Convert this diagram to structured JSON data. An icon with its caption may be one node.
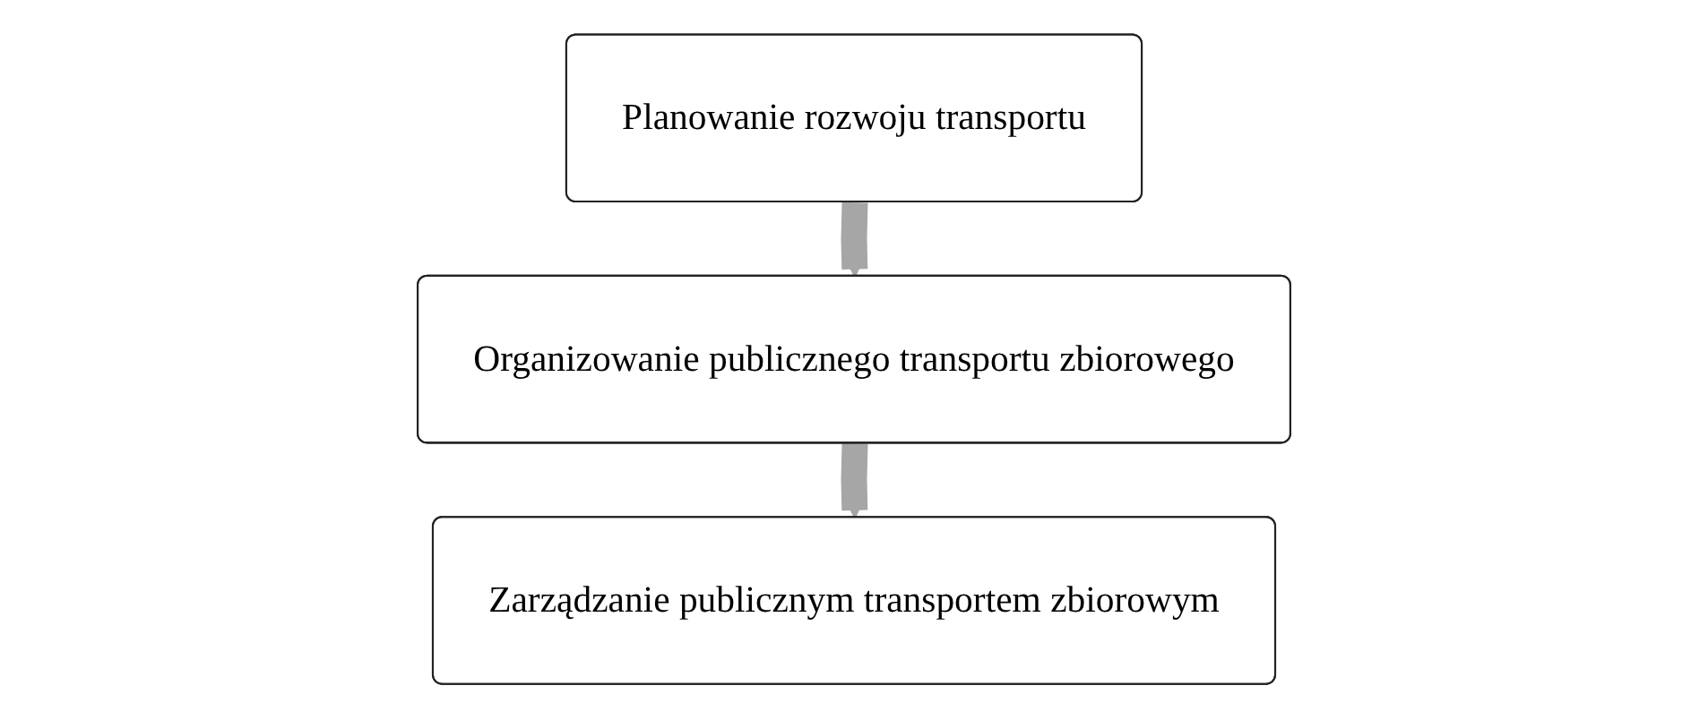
{
  "diagram": {
    "nodes": [
      {
        "text": [
          "Planowanie rozwoju transportu"
        ]
      },
      {
        "text": [
          "Organizowanie publicznego transportu zbiorowego"
        ]
      },
      {
        "text": [
          "Zarządzanie publicznym transportem zbiorowym"
        ]
      }
    ],
    "edges": [
      {
        "from": 0,
        "to": 1,
        "arrow": "to"
      },
      {
        "from": 1,
        "to": 2,
        "arrow": "to"
      }
    ]
  }
}
